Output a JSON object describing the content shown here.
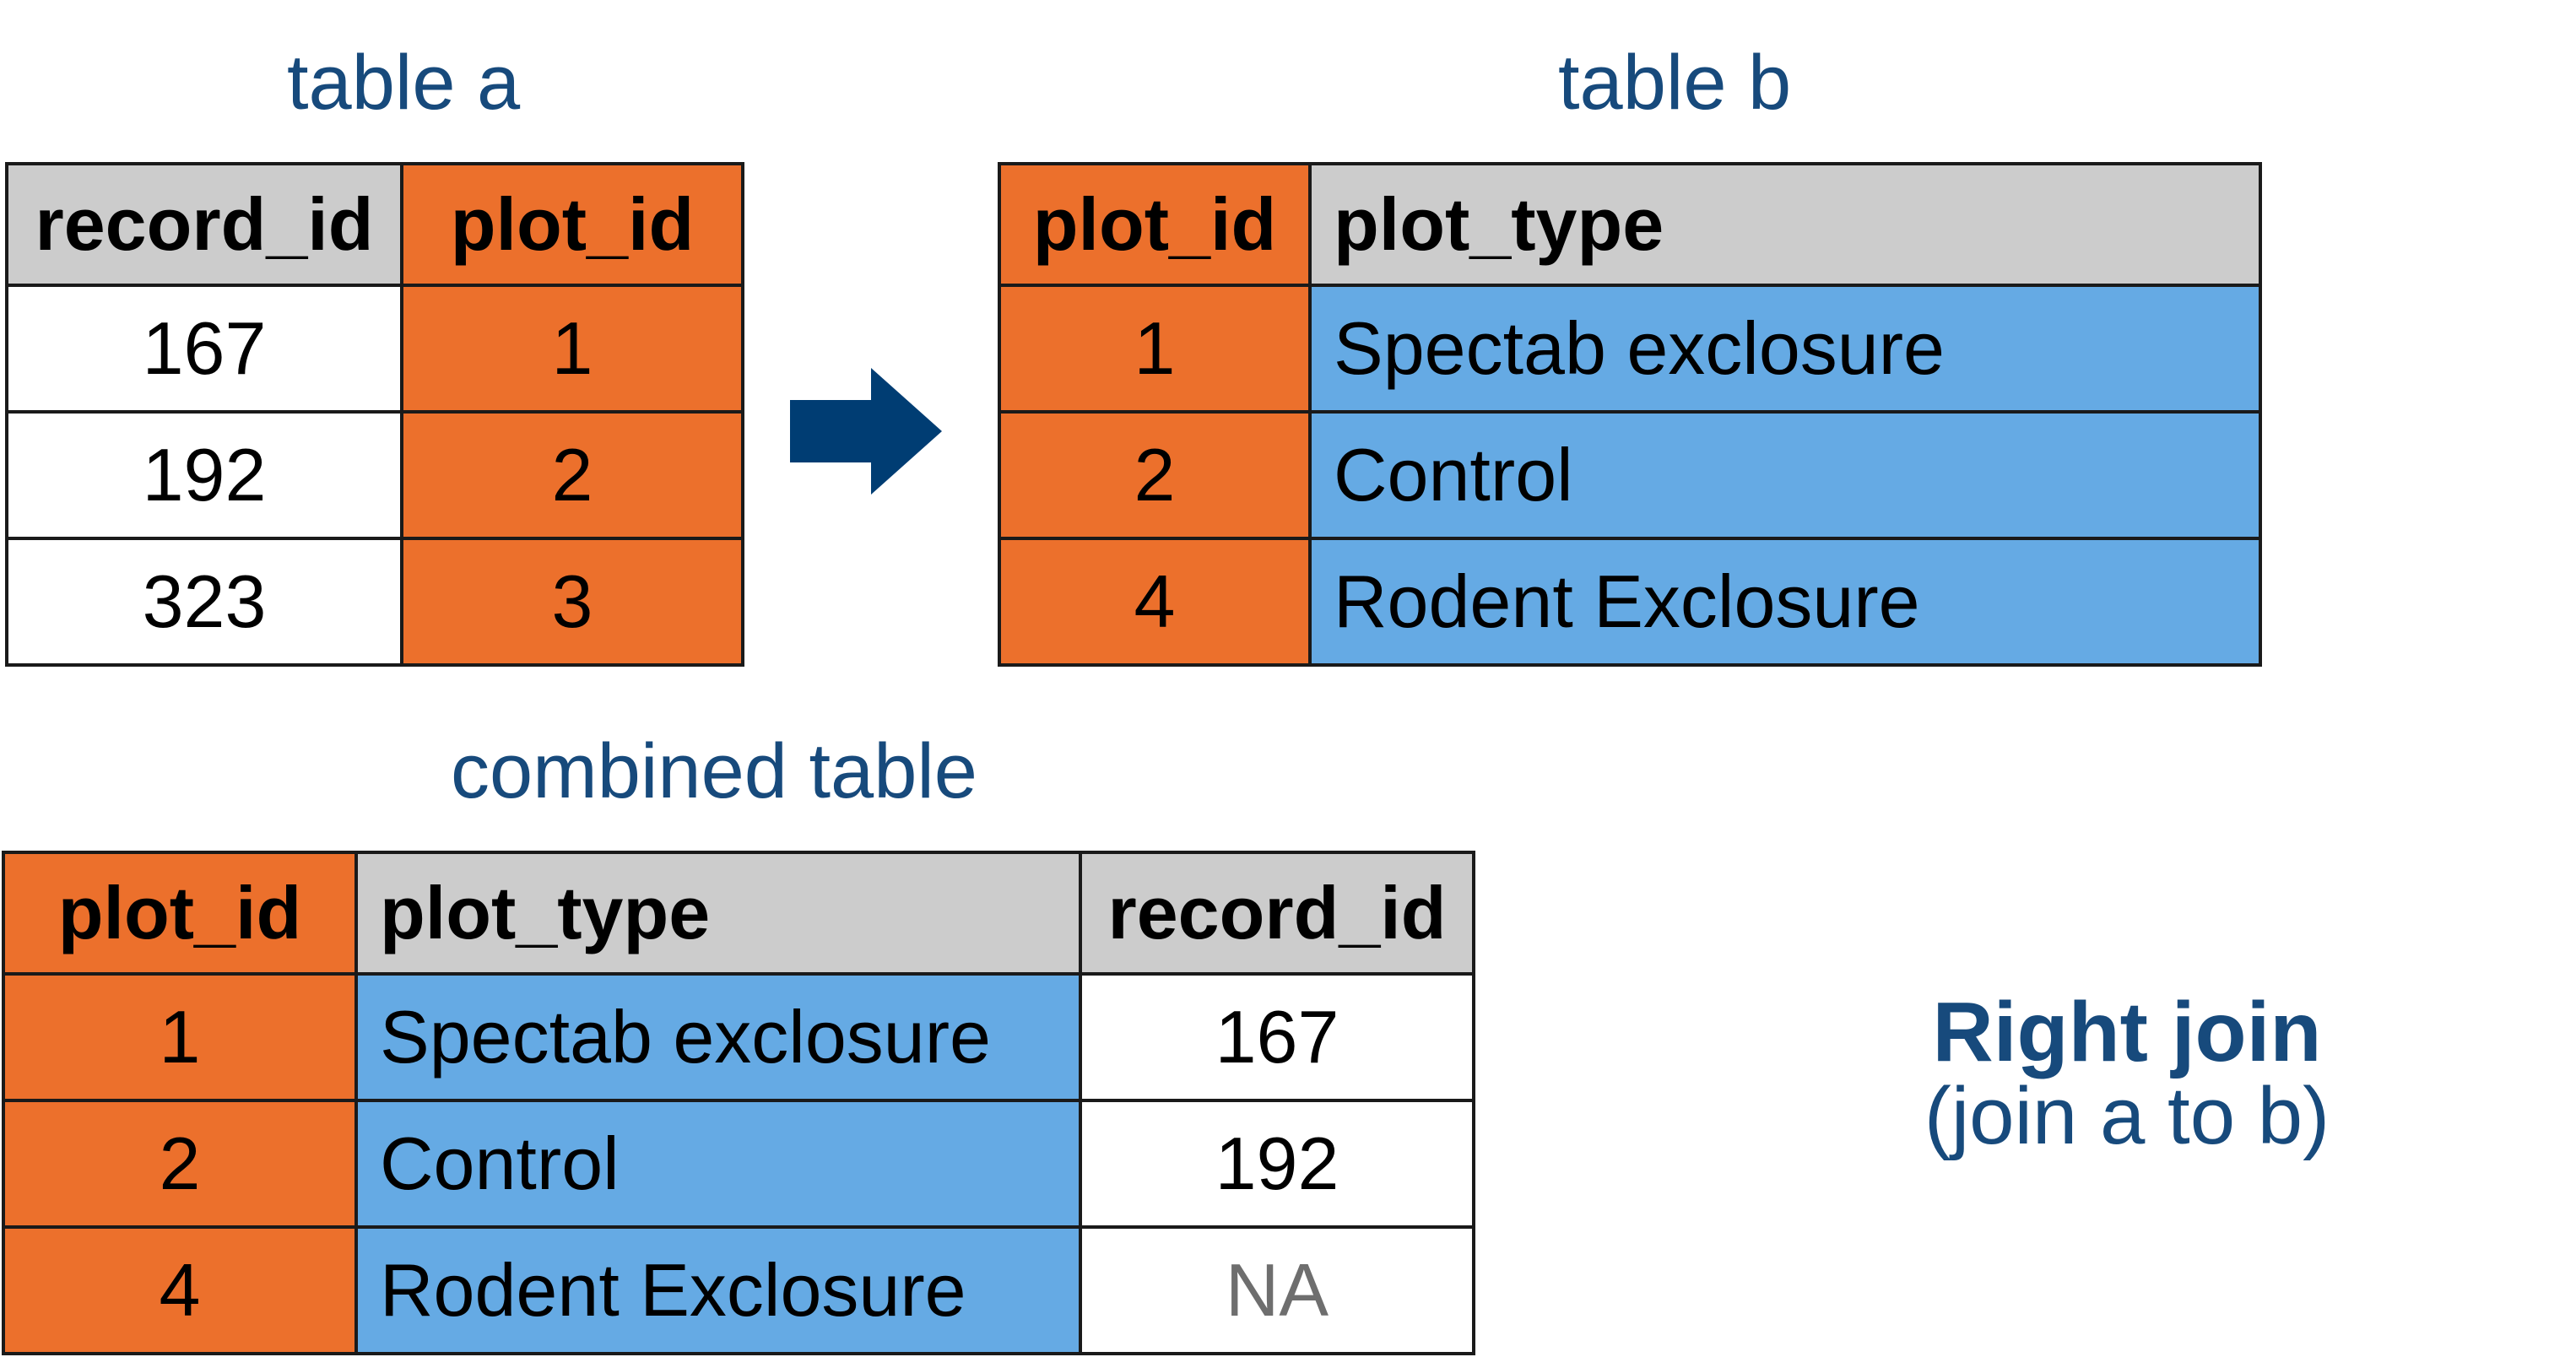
{
  "colors": {
    "key_column": "#ec702c",
    "plot_type_column": "#65aae4",
    "header_gray": "#cccccc",
    "plain_white": "#ffffff",
    "title_blue": "#174a7c",
    "na_gray": "#6e6e6e",
    "arrow_blue": "#003d73"
  },
  "table_a": {
    "caption": "table a",
    "headers": [
      "record_id",
      "plot_id"
    ],
    "rows": [
      [
        "167",
        "1"
      ],
      [
        "192",
        "2"
      ],
      [
        "323",
        "3"
      ]
    ]
  },
  "arrow": {
    "icon": "right-arrow-icon",
    "direction": "right"
  },
  "table_b": {
    "caption": "table b",
    "headers": [
      "plot_id",
      "plot_type"
    ],
    "rows": [
      [
        "1",
        "Spectab exclosure"
      ],
      [
        "2",
        "Control"
      ],
      [
        "4",
        "Rodent Exclosure"
      ]
    ]
  },
  "combined": {
    "caption": "combined table",
    "headers": [
      "plot_id",
      "plot_type",
      "record_id"
    ],
    "rows": [
      [
        "1",
        "Spectab exclosure",
        "167"
      ],
      [
        "2",
        "Control",
        "192"
      ],
      [
        "4",
        "Rodent Exclosure",
        "NA"
      ]
    ]
  },
  "join": {
    "title": "Right join",
    "subtitle": "(join a to b)"
  }
}
